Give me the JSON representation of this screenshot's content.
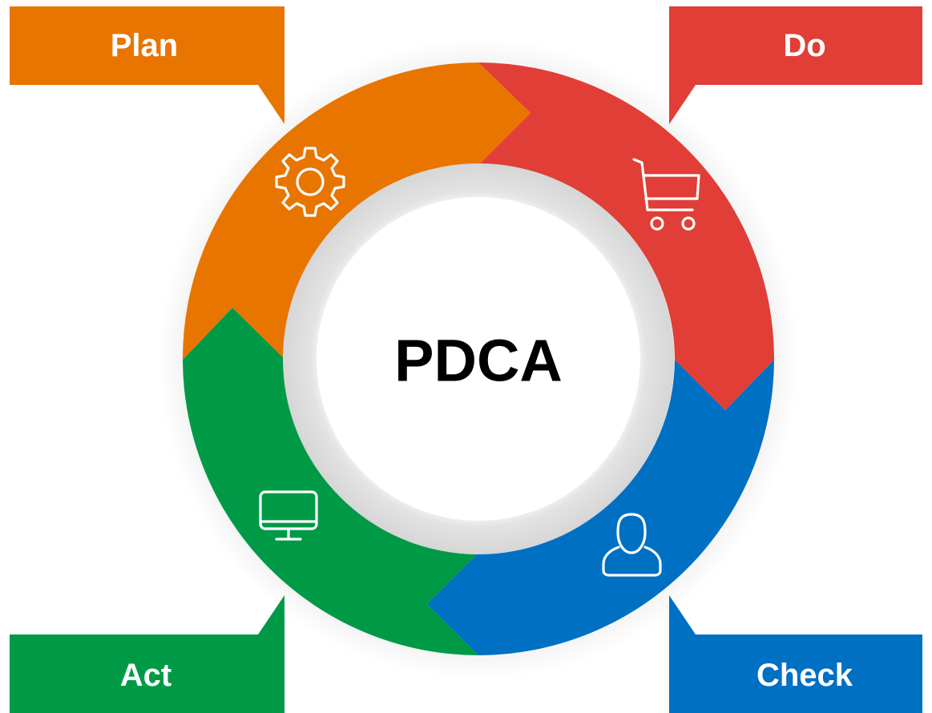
{
  "center": {
    "title": "PDCA",
    "fill": "#ffffff",
    "ring_color": "#e6e6e6"
  },
  "stages": [
    {
      "label": "Plan",
      "color": "#e87500",
      "icon": "gear-icon"
    },
    {
      "label": "Do",
      "color": "#e03e36",
      "icon": "shopping-cart-icon"
    },
    {
      "label": "Check",
      "color": "#0070c3",
      "icon": "user-icon"
    },
    {
      "label": "Act",
      "color": "#009a47",
      "icon": "monitor-icon"
    }
  ]
}
